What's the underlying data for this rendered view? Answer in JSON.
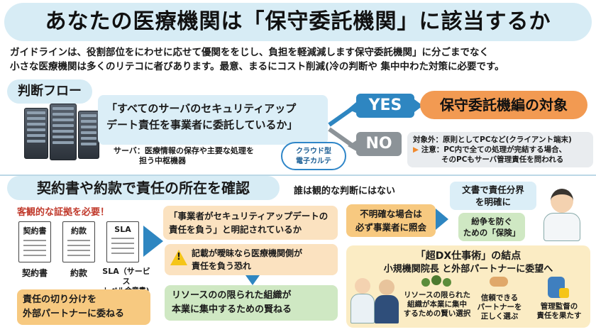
{
  "title": "あなたの医療機関は「保守委託機関」に該当するか",
  "intro": {
    "line1": "ガイドラインは、役割部位をにわせに応せて優関ををじし、負担を軽減減します保守委託機関」に分ごまでなく",
    "line2": "小さな医療機関は多くのリテコに者びあります。最意、まるにコスト削減(冷の判断や 集中中わた対策に必要です。"
  },
  "flow": {
    "label": "判断フロー",
    "question_line1": "「すべてのサーバのセキュリティアップ",
    "question_line2": "デート責任を事業者に委託しているか」",
    "server_note_line1": "サーバ：医療情報の保存や主要な処理を",
    "server_note_line2": "担う中枢機器",
    "cloud_line1": "クラウド型",
    "cloud_line2": "電子カルテ",
    "yes": "YES",
    "no": "NO",
    "target": "保守委託機編の対象",
    "excluded_line1": "対象外：原則としてPCなど(クライアント端末)",
    "excluded_line2": "注意：PC内で全ての処理が完結する場合、",
    "excluded_line3": "そのPCもサーバ管理責任を問われる"
  },
  "contract": {
    "label": "契約書や約款で責任の所在を確認",
    "subjective": "誰は観的な判断にはない",
    "objective": "客観的な証拠を必要！",
    "docs": [
      {
        "icon": "契約書",
        "caption": "契約書"
      },
      {
        "icon": "約款",
        "caption": "約款"
      },
      {
        "icon": "SLA",
        "caption": "SLA（サービス",
        "caption2": "レベル合意書)"
      }
    ],
    "split_line1": "責任の切り分けを",
    "split_line2": "外部パートナーに委ねる",
    "claim_line1": "「事業者がセキュリティアップデートの",
    "claim_line2": "責任を負う」と明記されているか",
    "risk_line1": "記載が曖昧なら医療機関側が",
    "risk_line2": "責任を負う恐れ",
    "focus_line1": "リソースのの限られた組織が",
    "focus_line2": "本業に集中するための賢ねる",
    "unclear_line1": "不明確な場合は",
    "unclear_line2": "必ず事業者に照会",
    "clarify_line1": "文書で責任分界",
    "clarify_line2": "を明確に",
    "avoid_line1": "紛争を防ぐ",
    "avoid_line2": "ための「保険」"
  },
  "conclusion": {
    "title": "「超DX仕事術」の結点",
    "subtitle": "小規機関院長 と外部パートナーに委望へ",
    "items": [
      {
        "line1": "リソースの限られた",
        "line2": "組織が本業に集中",
        "line3": "するための賢い選択"
      },
      {
        "line1": "信頼できる",
        "line2": "パートナーを",
        "line3": "正しく選ぶ"
      },
      {
        "line1": "管理監督の",
        "line2": "責任を果たす",
        "line3": ""
      }
    ]
  },
  "colors": {
    "accent_blue": "#2e86c1",
    "accent_orange": "#f29a52",
    "panel_blue": "#d7ecf5",
    "panel_green": "#cfe8c3"
  }
}
